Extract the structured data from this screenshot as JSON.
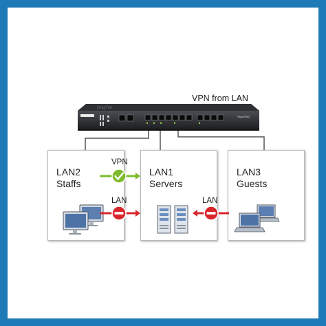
{
  "diagram": {
    "title": "VPN from LAN",
    "router": {
      "brand": "DrayTek",
      "model": "Vigor2962"
    },
    "networks": [
      {
        "id": "lan2",
        "line1": "LAN2",
        "line2": "Staffs",
        "icon": "desktop-computers-icon"
      },
      {
        "id": "lan1",
        "line1": "LAN1",
        "line2": "Servers",
        "icon": "server-towers-icon"
      },
      {
        "id": "lan3",
        "line1": "LAN3",
        "line2": "Guests",
        "icon": "laptop-computers-icon"
      }
    ],
    "relations": [
      {
        "label": "VPN",
        "status": "allowed",
        "icon": "check-icon"
      },
      {
        "label": "LAN",
        "status": "blocked",
        "icon": "no-entry-icon"
      },
      {
        "label": "LAN",
        "status": "blocked",
        "icon": "no-entry-icon"
      }
    ],
    "colors": {
      "border": "#1f7ab8",
      "allowed": "#7dbb2c",
      "blocked": "#d8262c",
      "connector": "#555555"
    }
  }
}
